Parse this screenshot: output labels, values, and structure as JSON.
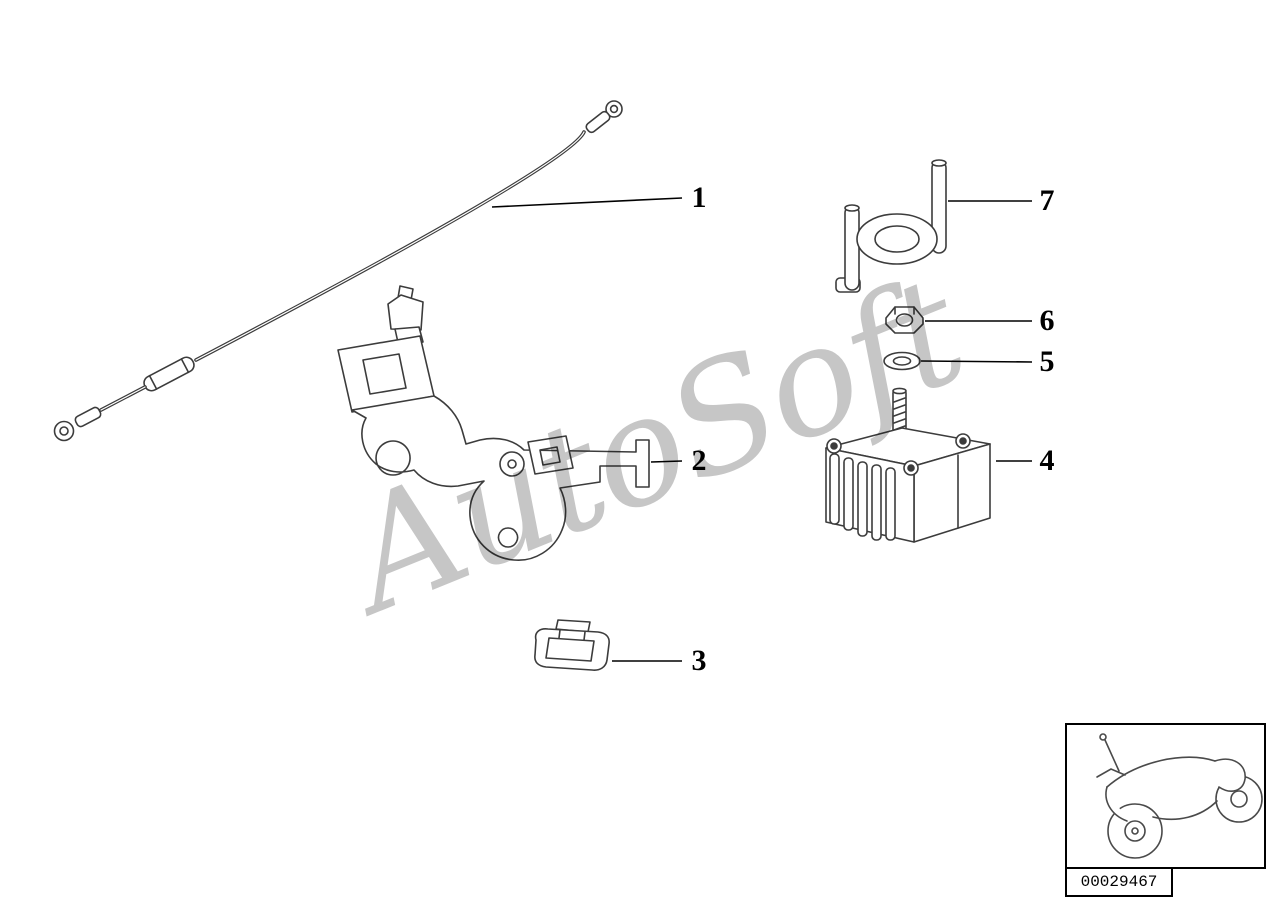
{
  "diagram": {
    "watermark": "AutoSoft",
    "catalog_number": "00029467",
    "colors": {
      "background": "#ffffff",
      "part_line": "#3c3c3c",
      "leader_line": "#000000",
      "label": "#000000",
      "watermark": "#c6c6c6"
    },
    "parts": [
      {
        "label": "1",
        "name": "cable"
      },
      {
        "label": "2",
        "name": "bracket"
      },
      {
        "label": "3",
        "name": "clip"
      },
      {
        "label": "4",
        "name": "block"
      },
      {
        "label": "5",
        "name": "washer"
      },
      {
        "label": "6",
        "name": "hex-nut"
      },
      {
        "label": "7",
        "name": "holder"
      }
    ],
    "thumbnail": {
      "icon": "motorcycle-icon"
    }
  }
}
